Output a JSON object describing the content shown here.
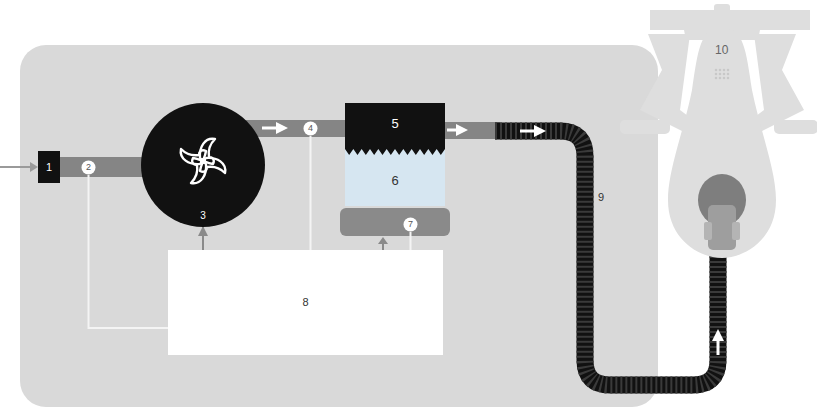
{
  "diagram": {
    "nodes": [
      {
        "text": [
          "1"
        ]
      },
      {
        "text": [
          "2"
        ]
      },
      {
        "text": [
          "3"
        ]
      },
      {
        "text": [
          "4"
        ]
      },
      {
        "text": [
          "5"
        ]
      },
      {
        "text": [
          "6"
        ]
      },
      {
        "text": [
          "7"
        ]
      },
      {
        "text": [
          "8"
        ]
      }
    ],
    "edges": [
      {
        "from": 1,
        "to": 7,
        "arrow": "none"
      },
      {
        "from": 7,
        "to": 2,
        "arrow": "to"
      },
      {
        "from": 3,
        "to": 7,
        "arrow": "none"
      },
      {
        "from": 6,
        "to": 7,
        "arrow": "none"
      }
    ],
    "labels": [
      "9",
      "10"
    ]
  }
}
